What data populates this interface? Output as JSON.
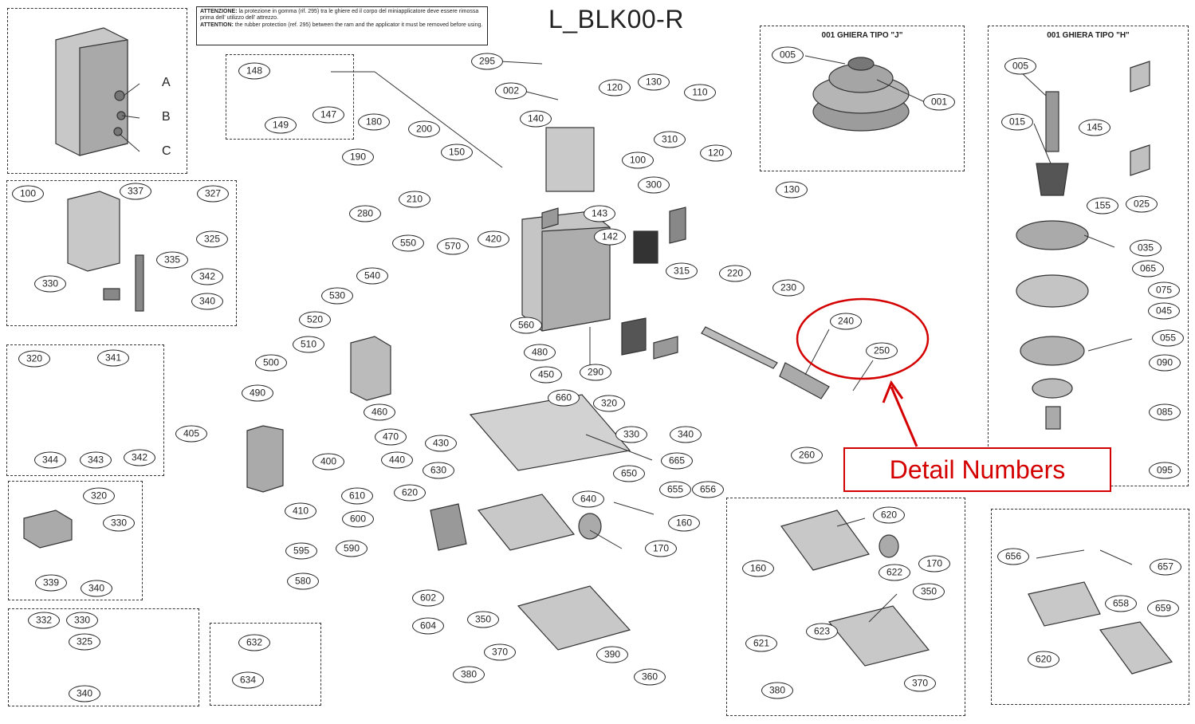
{
  "title": "L_BLK00-R",
  "notice": {
    "it_label": "ATTENZIONE:",
    "it_text": "la protezione in gomma (rif. 295) tra le ghiere ed il corpo del miniapplicatore deve essere rimossa prima dell' utilizzo dell' attrezzo.",
    "en_label": "ATTENTION:",
    "en_text": "the rubber protection (ref. 295) between the ram and the applicator it must be removed before using."
  },
  "panels": {
    "ghiera_j_title": "001 GHIERA TIPO \"J\"",
    "ghiera_h_title": "001 GHIERA TIPO \"H\""
  },
  "letters": [
    "A",
    "B",
    "C"
  ],
  "callout": {
    "label": "Detail Numbers",
    "color": "#d40000"
  },
  "part_numbers": [
    "148",
    "147",
    "149",
    "295",
    "002",
    "120",
    "130",
    "110",
    "180",
    "200",
    "150",
    "140",
    "190",
    "100",
    "310",
    "120",
    "130",
    "300",
    "210",
    "143",
    "280",
    "142",
    "550",
    "570",
    "420",
    "315",
    "220",
    "230",
    "540",
    "560",
    "530",
    "520",
    "480",
    "510",
    "450",
    "500",
    "460",
    "290",
    "490",
    "470",
    "440",
    "660",
    "320",
    "330",
    "340",
    "665",
    "260",
    "405",
    "400",
    "430",
    "630",
    "650",
    "655",
    "656",
    "620",
    "640",
    "160",
    "410",
    "610",
    "600",
    "170",
    "595",
    "590",
    "580",
    "602",
    "604",
    "350",
    "370",
    "380",
    "390",
    "360",
    "100",
    "337",
    "327",
    "325",
    "335",
    "342",
    "330",
    "340",
    "320",
    "341",
    "344",
    "343",
    "342",
    "320",
    "330",
    "339",
    "340",
    "332",
    "330",
    "325",
    "340",
    "632",
    "634",
    "005",
    "001",
    "005",
    "015",
    "145",
    "155",
    "025",
    "035",
    "065",
    "075",
    "045",
    "055",
    "090",
    "085",
    "095",
    "240",
    "250",
    "620",
    "160",
    "170",
    "622",
    "350",
    "623",
    "621",
    "380",
    "370",
    "656",
    "657",
    "658",
    "659",
    "620"
  ]
}
